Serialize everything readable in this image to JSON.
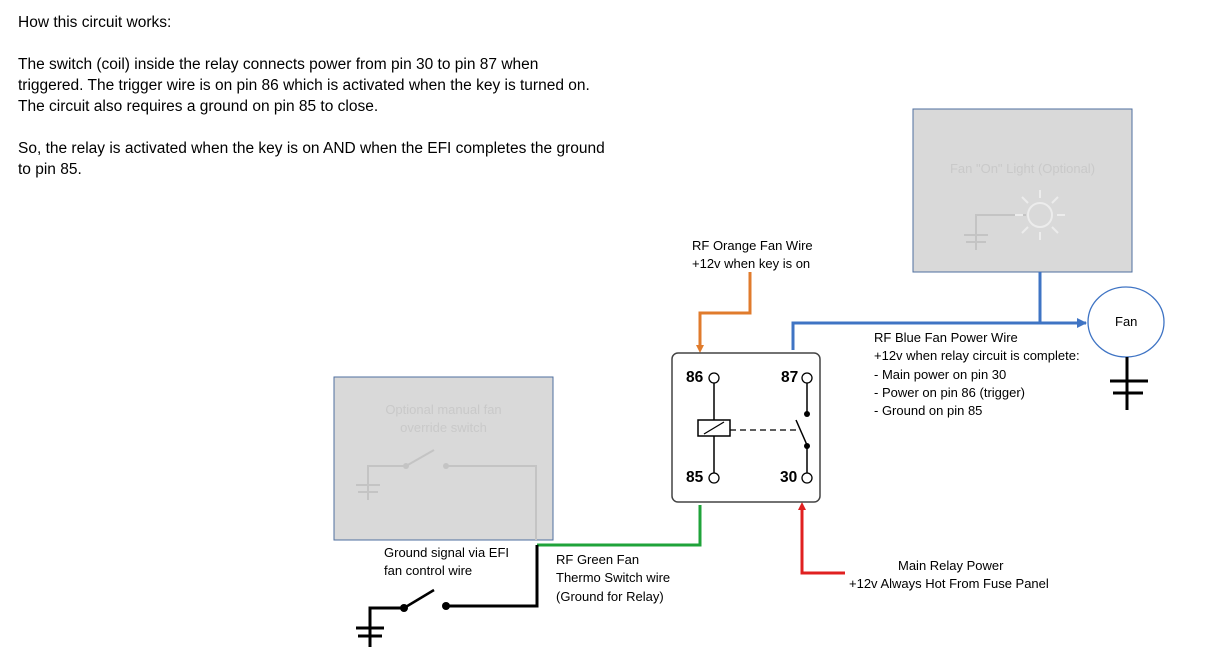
{
  "intro": {
    "heading": "How this circuit works:",
    "para1_line1": "The switch (coil) inside the relay connects power from pin 30 to pin 87 when",
    "para1_line2": "triggered.  The trigger wire is on pin 86 which is activated when the key is turned on.",
    "para1_line3": "The circuit also requires a ground on pin 85 to close.",
    "para2_line1": "So, the relay is activated when the key is on AND when the EFI completes the ground",
    "para2_line2": "to pin 85."
  },
  "relay": {
    "pin86": "86",
    "pin87": "87",
    "pin85": "85",
    "pin30": "30"
  },
  "labels": {
    "orange_line1": "RF Orange Fan Wire",
    "orange_line2": "+12v when key is on",
    "blue_line1": "RF Blue Fan Power Wire",
    "blue_line2": "+12v when relay circuit is complete:",
    "blue_line3": " - Main power on pin 30",
    "blue_line4": " - Power on pin 86 (trigger)",
    "blue_line5": " - Ground on pin 85",
    "fan": "Fan",
    "ground_line1": "Ground signal via EFI",
    "ground_line2": "fan control wire",
    "green_line1": "RF Green Fan",
    "green_line2": "Thermo Switch wire",
    "green_line3": "(Ground for Relay)",
    "main_line1": "Main Relay Power",
    "main_line2": "+12v Always Hot From Fuse Panel",
    "fan_light": "Fan \"On\" Light (Optional)",
    "override_line1": "Optional   manual fan",
    "override_line2": "override switch"
  },
  "colors": {
    "orange_wire": "#E07B2C",
    "blue_wire": "#3F74C4",
    "green_wire": "#1FA33A",
    "red_wire": "#E02020",
    "black_wire": "#000000",
    "optional_box_fill": "#D9D9D9",
    "optional_box_border": "#4F6F9F"
  }
}
